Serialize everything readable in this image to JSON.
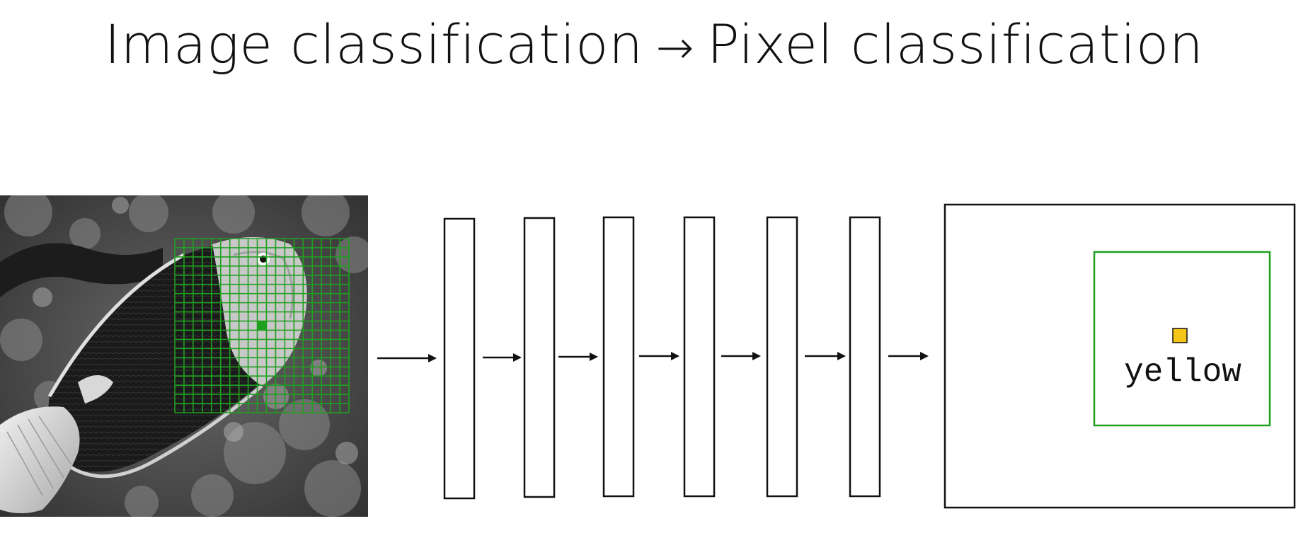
{
  "slide": {
    "title_left": "Image classification",
    "title_arrow": "→",
    "title_right": "Pixel classification"
  },
  "input_image": {
    "icon": "grayscale-fish-photo",
    "grid_color": "#1fa01f",
    "grid_cells": 19,
    "highlight_cell": [
      9,
      9
    ]
  },
  "network": {
    "layer_count": 6,
    "arrow_count": 7,
    "stroke_color": "#111111"
  },
  "output": {
    "frame_color": "#111111",
    "patch_border_color": "#1fa01f",
    "pixel_color": "#f5c518",
    "label": "yellow"
  }
}
